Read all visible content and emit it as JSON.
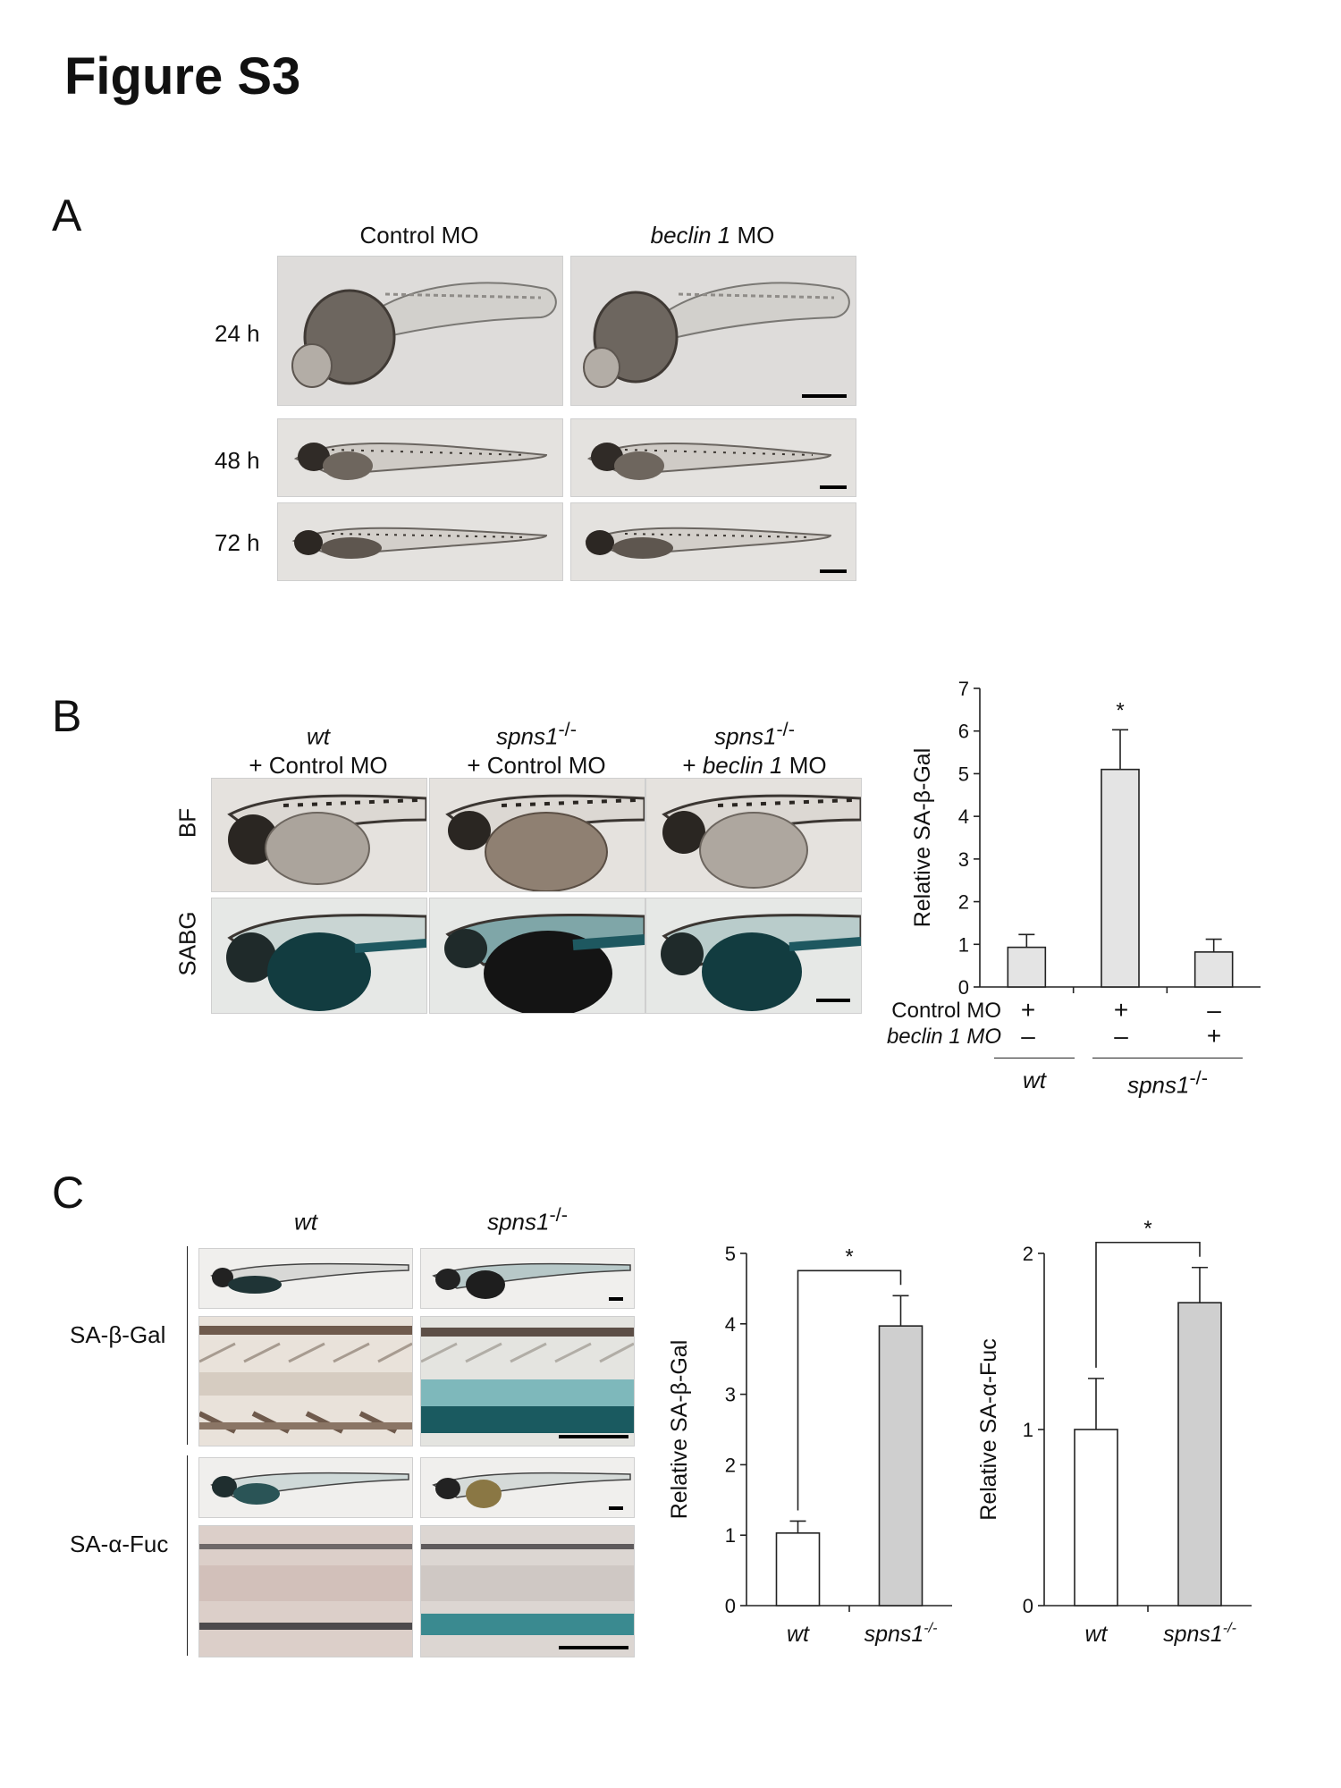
{
  "figure_title": "Figure S3",
  "panelA": {
    "letter": "A",
    "col_headers": [
      {
        "italic": "",
        "text": "Control MO"
      },
      {
        "italic": "beclin 1",
        "text": " MO"
      }
    ],
    "row_labels": [
      "24 h",
      "48 h",
      "72 h"
    ]
  },
  "panelB": {
    "letter": "B",
    "col_headers": [
      {
        "line1_italic": "wt",
        "line1_sup": "",
        "line2_pre": "+ Control MO",
        "line2_italic": "",
        "line2_post": ""
      },
      {
        "line1_italic": "spns1",
        "line1_sup": "-/-",
        "line2_pre": "+ Control MO",
        "line2_italic": "",
        "line2_post": ""
      },
      {
        "line1_italic": "spns1",
        "line1_sup": "-/-",
        "line2_pre": "+ ",
        "line2_italic": "beclin 1",
        "line2_post": " MO"
      }
    ],
    "row_labels": [
      "BF",
      "SABG"
    ],
    "table": {
      "row1_label": "Control MO",
      "row2_label": "beclin 1 MO",
      "row1_marks": [
        "+",
        "+",
        "–"
      ],
      "row2_marks": [
        "–",
        "–",
        "+"
      ],
      "group1": "wt",
      "group2": "spns1",
      "group2_sup": "-/-"
    }
  },
  "panelC": {
    "letter": "C",
    "col_headers": [
      {
        "italic": "wt",
        "sup": ""
      },
      {
        "italic": "spns1",
        "sup": "-/-"
      }
    ],
    "row_labels": [
      "SA-β-Gal",
      "SA-α-Fuc"
    ]
  },
  "chart_data": [
    {
      "id": "B",
      "type": "bar",
      "categories": [
        "",
        "",
        ""
      ],
      "values": [
        0.93,
        5.1,
        0.82
      ],
      "errors": [
        0.3,
        0.93,
        0.3
      ],
      "ylabel": "Relative SA-β-Gal",
      "ylim": [
        0,
        7
      ],
      "yticks": [
        0,
        1,
        2,
        3,
        4,
        5,
        6,
        7
      ],
      "significance": [
        {
          "bar": 1,
          "label": "*"
        }
      ],
      "bar_color": "#e4e4e4"
    },
    {
      "id": "C1",
      "type": "bar",
      "categories": [
        "wt",
        "spns1"
      ],
      "category_sups": [
        "",
        "-/-"
      ],
      "values": [
        1.03,
        3.97
      ],
      "errors": [
        0.17,
        0.43
      ],
      "ylabel": "Relative SA-β-Gal",
      "ylim": [
        0,
        5
      ],
      "yticks": [
        0,
        1,
        2,
        3,
        4,
        5
      ],
      "bar_colors": [
        "#ffffff",
        "#cfcfcf"
      ],
      "significance_bracket": "*"
    },
    {
      "id": "C2",
      "type": "bar",
      "categories": [
        "wt",
        "spns1"
      ],
      "category_sups": [
        "",
        "-/-"
      ],
      "values": [
        1.0,
        1.72
      ],
      "errors": [
        0.29,
        0.2
      ],
      "ylabel": "Relative SA-α-Fuc",
      "ylim": [
        0,
        2
      ],
      "yticks": [
        0,
        1,
        2
      ],
      "bar_colors": [
        "#ffffff",
        "#cfcfcf"
      ],
      "significance_bracket": "*"
    }
  ]
}
